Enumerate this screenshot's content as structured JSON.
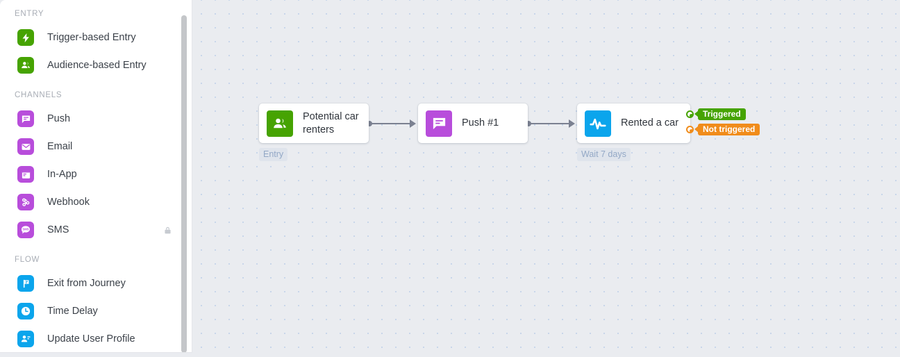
{
  "sidebar": {
    "sections": [
      {
        "header": "ENTRY",
        "items": [
          {
            "label": "Trigger-based Entry",
            "icon": "lightning-bolt-icon",
            "color": "#46a302",
            "locked": false
          },
          {
            "label": "Audience-based Entry",
            "icon": "users-group-icon",
            "color": "#46a302",
            "locked": false
          }
        ]
      },
      {
        "header": "CHANNELS",
        "items": [
          {
            "label": "Push",
            "icon": "push-message-icon",
            "color": "#b84ddb",
            "locked": false
          },
          {
            "label": "Email",
            "icon": "envelope-icon",
            "color": "#b84ddb",
            "locked": false
          },
          {
            "label": "In-App",
            "icon": "in-app-window-icon",
            "color": "#b84ddb",
            "locked": false
          },
          {
            "label": "Webhook",
            "icon": "webhook-icon",
            "color": "#b84ddb",
            "locked": false
          },
          {
            "label": "SMS",
            "icon": "sms-bubble-icon",
            "color": "#b84ddb",
            "locked": true
          }
        ]
      },
      {
        "header": "FLOW",
        "items": [
          {
            "label": "Exit from Journey",
            "icon": "exit-flag-icon",
            "color": "#0ba5ec",
            "locked": false
          },
          {
            "label": "Time Delay",
            "icon": "clock-icon",
            "color": "#0ba5ec",
            "locked": false
          },
          {
            "label": "Update User Profile",
            "icon": "user-edit-icon",
            "color": "#0ba5ec",
            "locked": false
          }
        ]
      }
    ]
  },
  "canvas": {
    "nodes": [
      {
        "id": "entry",
        "title": "Potential car renters",
        "icon": "users-group-icon",
        "color": "#46a302",
        "tag": "Entry"
      },
      {
        "id": "push",
        "title": "Push #1",
        "icon": "push-message-icon",
        "color": "#b84ddb",
        "tag": ""
      },
      {
        "id": "event",
        "title": "Rented a car",
        "icon": "activity-pulse-icon",
        "color": "#0ba5ec",
        "tag": "Wait 7 days"
      }
    ],
    "outputs": [
      {
        "label": "Triggered",
        "color": "#46a302"
      },
      {
        "label": "Not triggered",
        "color": "#f08c1b"
      }
    ]
  },
  "colors": {
    "green": "#46a302",
    "purple": "#b84ddb",
    "blue": "#0ba5ec",
    "orange": "#f08c1b",
    "canvas_bg": "#eaecf0",
    "connector": "#7b8191"
  }
}
